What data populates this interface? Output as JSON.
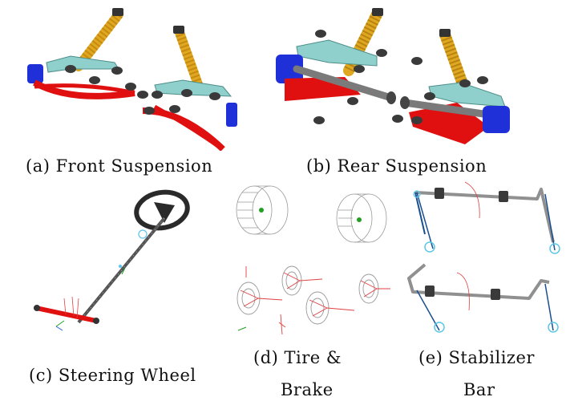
{
  "figure": {
    "panels": [
      {
        "id": "a",
        "caption": "(a) Front Suspension"
      },
      {
        "id": "b",
        "caption": "(b) Rear Suspension"
      },
      {
        "id": "c",
        "caption": "(c) Steering Wheel"
      },
      {
        "id": "d",
        "caption_line1": "(d) Tire &",
        "caption_line2": "Brake"
      },
      {
        "id": "e",
        "caption_line1": "(e) Stabilizer",
        "caption_line2": "Bar"
      }
    ]
  },
  "colors": {
    "spring_yellow": "#e0a820",
    "arm_red": "#e01010",
    "arm_teal": "#8fd0cc",
    "hub_blue": "#2030d8",
    "bushing_dark": "#3a3a3a",
    "rod_gray": "#808080",
    "wire_gray": "#9a9a9a",
    "wire_red": "#e04040",
    "link_blue": "#1a4f8f",
    "joint_cyan": "#5cc6e6"
  }
}
